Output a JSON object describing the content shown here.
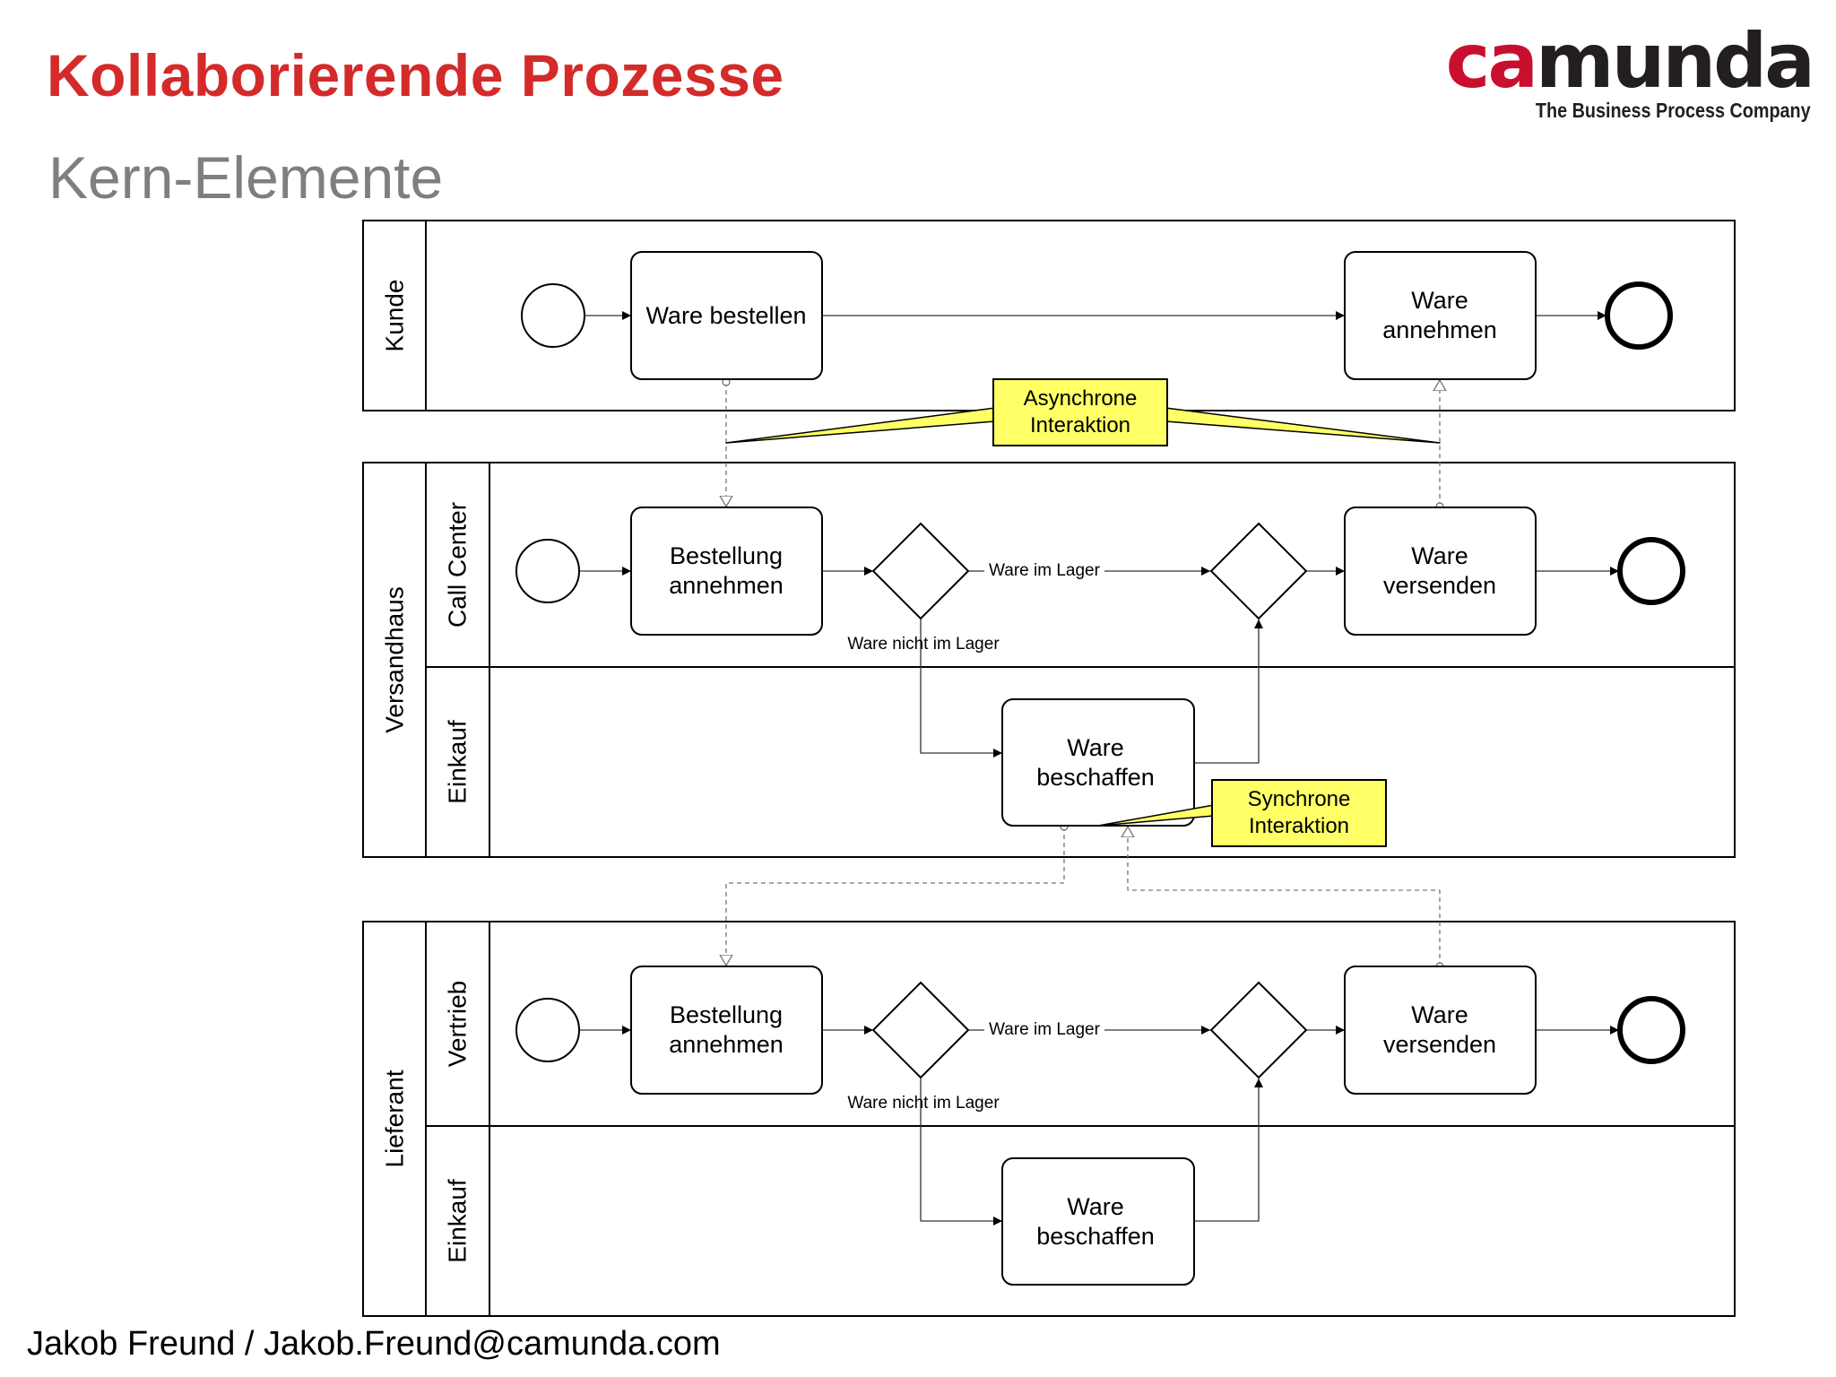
{
  "slide": {
    "title": "Kollaborierende Prozesse",
    "subtitle": "Kern-Elemente",
    "footer": "Jakob Freund / Jakob.Freund@camunda.com"
  },
  "logo": {
    "brand_red": "ca",
    "brand_dark": "munda",
    "tagline": "The Business Process Company"
  },
  "colors": {
    "title": "#d42a2a",
    "subtitle": "#7f7f7f",
    "annotation_fill": "#ffff66",
    "logo_red": "#c8102e"
  },
  "diagram": {
    "pools": {
      "kunde": "Kunde",
      "versandhaus": "Versandhaus",
      "lieferant": "Lieferant"
    },
    "lanes": {
      "callcenter": "Call Center",
      "einkauf_versandhaus": "Einkauf",
      "vertrieb": "Vertrieb",
      "einkauf_lieferant": "Einkauf"
    },
    "tasks": {
      "ware_bestellen": [
        "Ware bestellen"
      ],
      "ware_annehmen": [
        "Ware",
        "annehmen"
      ],
      "bestellung_annehmen_vh": [
        "Bestellung",
        "annehmen"
      ],
      "ware_versenden_vh": [
        "Ware",
        "versenden"
      ],
      "ware_beschaffen_vh": [
        "Ware",
        "beschaffen"
      ],
      "bestellung_annehmen_lf": [
        "Bestellung",
        "annehmen"
      ],
      "ware_versenden_lf": [
        "Ware",
        "versenden"
      ],
      "ware_beschaffen_lf": [
        "Ware",
        "beschaffen"
      ]
    },
    "flow_labels": {
      "ware_im_lager_vh": "Ware im Lager",
      "ware_nicht_im_lager_vh": "Ware nicht im Lager",
      "ware_im_lager_lf": "Ware im Lager",
      "ware_nicht_im_lager_lf": "Ware nicht im Lager"
    },
    "annotations": {
      "asynchron": [
        "Asynchrone",
        "Interaktion"
      ],
      "synchron": [
        "Synchrone",
        "Interaktion"
      ]
    }
  }
}
